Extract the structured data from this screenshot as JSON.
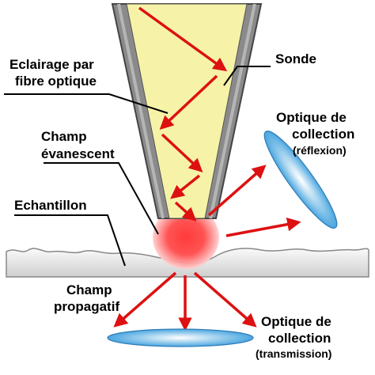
{
  "labels": {
    "illumination_line1": "Eclairage par",
    "illumination_line2": "fibre optique",
    "probe": "Sonde",
    "evanescent_line1": "Champ",
    "evanescent_line2": "évanescent",
    "sample": "Echantillon",
    "reflection_optics_line1": "Optique de",
    "reflection_optics_line2": "collection",
    "reflection_optics_line3": "(réflexion)",
    "propagating_line1": "Champ",
    "propagating_line2": "propagatif",
    "transmission_optics_line1": "Optique de",
    "transmission_optics_line2": "collection",
    "transmission_optics_line3": "(transmission)"
  },
  "colors": {
    "probe_coating": "#8a8a8a",
    "fiber_core": "#f6f3a8",
    "arrow": "#dd1111",
    "evanescent_field": "#ff2a2a",
    "lens": "#6fb8e6",
    "sample": "#e3e3e3"
  }
}
